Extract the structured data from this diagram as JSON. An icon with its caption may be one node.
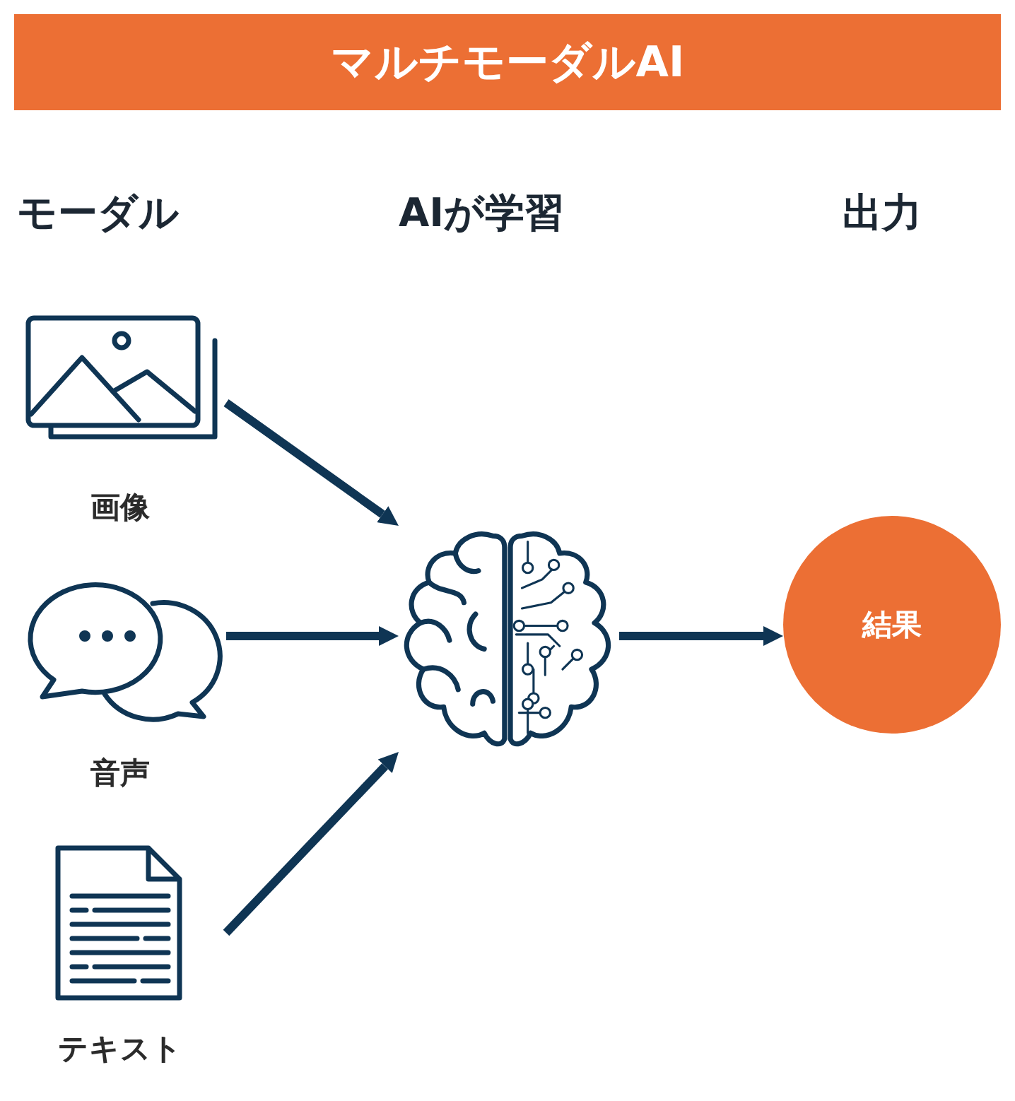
{
  "diagram": {
    "title": "マルチモーダルAI",
    "nodes": [
      {
        "text": [
          "画像"
        ]
      },
      {
        "text": [
          "音声"
        ]
      },
      {
        "text": [
          "テキスト"
        ]
      },
      {
        "text": [],
        "shape": "picture"
      },
      {
        "text": [
          "結果"
        ]
      }
    ],
    "edges": [
      {
        "from": 0,
        "to": 3,
        "arrow": "to"
      },
      {
        "from": 1,
        "to": 3,
        "arrow": "to"
      },
      {
        "from": 2,
        "to": 3,
        "arrow": "to"
      },
      {
        "from": 3,
        "to": 4,
        "arrow": "to"
      }
    ],
    "labels": [
      "モーダル",
      "AIが学習",
      "出力"
    ]
  }
}
